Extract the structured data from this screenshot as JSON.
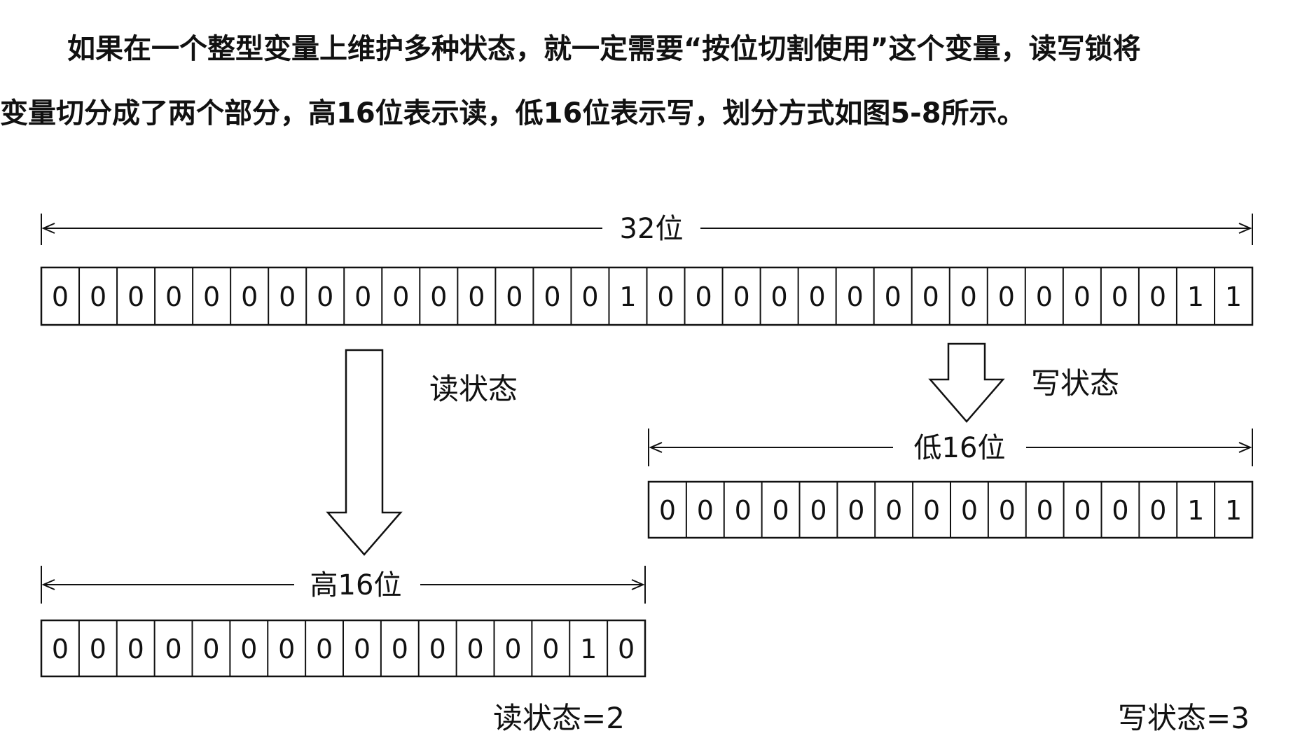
{
  "paragraph": {
    "line1": "如果在一个整型变量上维护多种状态，就一定需要“按位切割使用”这个变量，读写锁将",
    "line2": "变量切分成了两个部分，高16位表示读，低16位表示写，划分方式如图5-8所示。"
  },
  "diagram": {
    "full": {
      "label": "32位",
      "bits": [
        "0",
        "0",
        "0",
        "0",
        "0",
        "0",
        "0",
        "0",
        "0",
        "0",
        "0",
        "0",
        "0",
        "0",
        "0",
        "1",
        "0",
        "0",
        "0",
        "0",
        "0",
        "0",
        "0",
        "0",
        "0",
        "0",
        "0",
        "0",
        "0",
        "0",
        "1",
        "1"
      ]
    },
    "high": {
      "label": "高16位",
      "arrow_label": "读状态",
      "bits": [
        "0",
        "0",
        "0",
        "0",
        "0",
        "0",
        "0",
        "0",
        "0",
        "0",
        "0",
        "0",
        "0",
        "0",
        "1",
        "0"
      ],
      "result": "读状态=2"
    },
    "low": {
      "label": "低16位",
      "arrow_label": "写状态",
      "bits": [
        "0",
        "0",
        "0",
        "0",
        "0",
        "0",
        "0",
        "0",
        "0",
        "0",
        "0",
        "0",
        "0",
        "0",
        "1",
        "1"
      ],
      "result": "写状态=3"
    },
    "colors": {
      "stroke": "#111111",
      "background": "#ffffff"
    }
  }
}
